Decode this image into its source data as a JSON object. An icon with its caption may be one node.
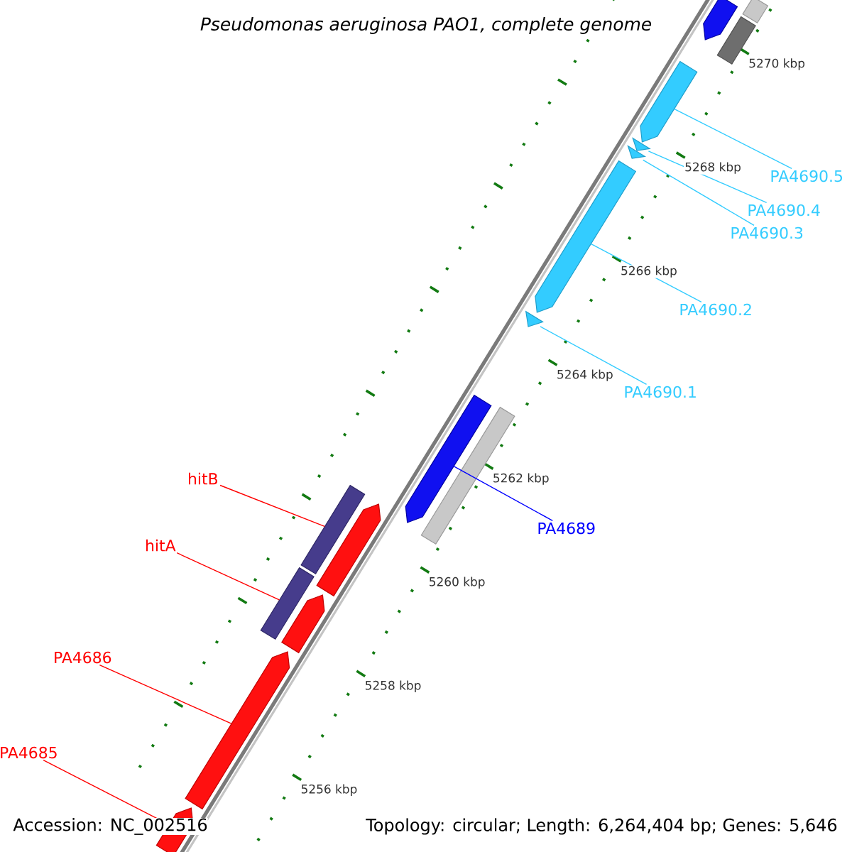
{
  "diagram": {
    "title": "Pseudomonas aeruginosa PAO1, complete genome",
    "nodes": [
      {
        "text": [],
        "shape": "arrow"
      },
      {
        "text": [],
        "shape": "bar"
      },
      {
        "text": [],
        "shape": "bar"
      },
      {
        "text": [],
        "shape": "arrow"
      },
      {
        "text": [],
        "shape": "arrow"
      },
      {
        "text": [],
        "shape": "arrow"
      },
      {
        "text": [],
        "shape": "arrow"
      },
      {
        "text": [],
        "shape": "arrow"
      },
      {
        "text": [],
        "shape": "arrow"
      },
      {
        "text": [],
        "shape": "bar"
      },
      {
        "text": [],
        "shape": "bar"
      },
      {
        "text": [],
        "shape": "bar"
      },
      {
        "text": [],
        "shape": "arrow"
      },
      {
        "text": [],
        "shape": "arrow"
      },
      {
        "text": [],
        "shape": "arrow"
      },
      {
        "text": [],
        "shape": "arrow"
      },
      {
        "text": [
          "PA4690.5"
        ]
      },
      {
        "text": [
          "PA4690.4"
        ]
      },
      {
        "text": [
          "PA4690.3"
        ]
      },
      {
        "text": [
          "PA4690.2"
        ]
      },
      {
        "text": [
          "PA4690.1"
        ]
      },
      {
        "text": [
          "PA4689"
        ]
      },
      {
        "text": [
          "hitB"
        ]
      },
      {
        "text": [
          "hitA"
        ]
      },
      {
        "text": [
          "PA4686"
        ]
      },
      {
        "text": [
          "PA4685"
        ]
      }
    ],
    "edges": [
      {
        "from": 16,
        "to": 3,
        "arrow": "none"
      },
      {
        "from": 17,
        "to": 4,
        "arrow": "none"
      },
      {
        "from": 18,
        "to": 5,
        "arrow": "none"
      },
      {
        "from": 19,
        "to": 6,
        "arrow": "none"
      },
      {
        "from": 20,
        "to": 7,
        "arrow": "none"
      },
      {
        "from": 21,
        "to": 8,
        "arrow": "none",
        "color": "#0000ff"
      },
      {
        "from": 22,
        "to": 10,
        "arrow": "none",
        "color": "#ff0000"
      },
      {
        "from": 23,
        "to": 11,
        "arrow": "none",
        "color": "#ff0000"
      },
      {
        "from": 24,
        "to": 14,
        "arrow": "none",
        "color": "#ff0000"
      },
      {
        "from": 25,
        "to": 15,
        "arrow": "none",
        "color": "#ff0000"
      }
    ],
    "labels": [
      "5270 kbp",
      "5268 kbp",
      "5266 kbp",
      "5264 kbp",
      "5262 kbp",
      "5260 kbp",
      "5258 kbp",
      "5256 kbp",
      "Accession: NC_002516",
      "Topology: circular; Length: 6,264,404 bp; Genes: 5,646"
    ]
  }
}
